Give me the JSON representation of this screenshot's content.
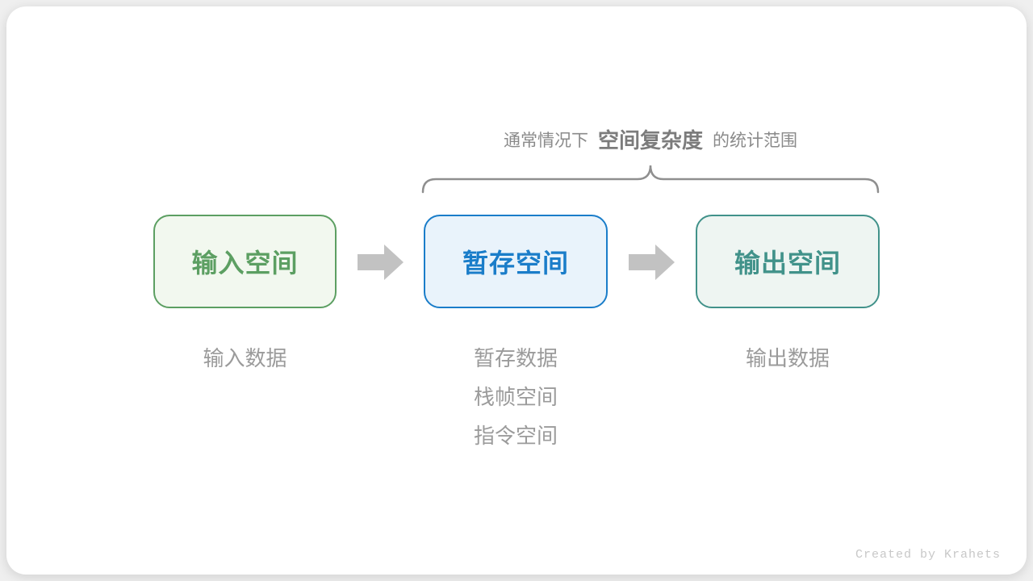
{
  "title": {
    "prefix": "通常情况下",
    "highlight": "空间复杂度",
    "suffix": "的统计范围"
  },
  "boxes": [
    {
      "label": "输入空间",
      "border_color": "#5C9F62",
      "fill_color": "#F2F8EF",
      "text_color": "#5C9F62"
    },
    {
      "label": "暂存空间",
      "border_color": "#1A7DC9",
      "fill_color": "#E9F3FB",
      "text_color": "#1A7DC9"
    },
    {
      "label": "输出空间",
      "border_color": "#41928A",
      "fill_color": "#EEF5F2",
      "text_color": "#41928A"
    }
  ],
  "annotations": {
    "input": [
      "输入数据"
    ],
    "temp": [
      "暂存数据",
      "栈帧空间",
      "指令空间"
    ],
    "output": [
      "输出数据"
    ]
  },
  "colors": {
    "arrow": "#C2C2C2",
    "brace": "#8F8F8F",
    "note_text": "#9B9B9B",
    "title_text": "#8A8A8A",
    "card_background": "#FFFFFF",
    "page_background": "#EFEFEF"
  },
  "credit": "Created by Krahets"
}
